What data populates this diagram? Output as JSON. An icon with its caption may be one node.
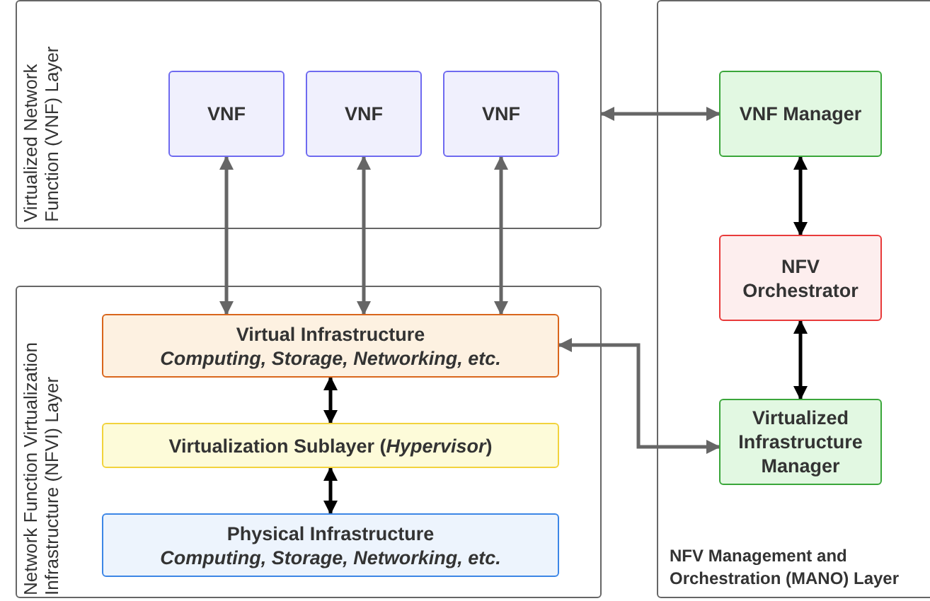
{
  "diagram": {
    "nodes": [
      {
        "text": [
          "Virtualized Network Function (VNF) Layer"
        ]
      },
      {
        "text": [
          "VNF"
        ],
        "in": 0
      },
      {
        "text": [
          "VNF"
        ],
        "in": 0
      },
      {
        "text": [
          "VNF"
        ],
        "in": 0
      },
      {
        "text": [
          "Network Function Virtualization Infrastructure (NFVI) Layer"
        ]
      },
      {
        "text": [
          "Virtual Infrastructure",
          "Computing, Storage, Networking, etc."
        ],
        "in": 4
      },
      {
        "text": [
          "Virtualization Sublayer (*Hypervisor*)"
        ],
        "in": 4
      },
      {
        "text": [
          "Physical Infrastructure",
          "Computing, Storage, Networking, etc."
        ],
        "in": 4
      },
      {
        "text": [
          "NFV Management and Orchestration (MANO) Layer"
        ]
      },
      {
        "text": [
          "VNF Manager"
        ],
        "in": 8
      },
      {
        "text": [
          "NFV Orchestrator"
        ],
        "in": 8
      },
      {
        "text": [
          "Virtualized Infrastructure Manager"
        ],
        "in": 8
      }
    ],
    "edges": [
      {
        "from": 9,
        "to": 0,
        "arrow": "both"
      },
      {
        "from": 1,
        "to": 5,
        "arrow": "both"
      },
      {
        "from": 2,
        "to": 5,
        "arrow": "both"
      },
      {
        "from": 3,
        "to": 5,
        "arrow": "both"
      },
      {
        "from": 9,
        "to": 10,
        "arrow": "both",
        "color": "#000000"
      },
      {
        "from": 10,
        "to": 11,
        "arrow": "both",
        "color": "#000000"
      },
      {
        "from": 5,
        "to": 11,
        "arrow": "both"
      },
      {
        "from": 5,
        "to": 6,
        "arrow": "both",
        "color": "#000000"
      },
      {
        "from": 6,
        "to": 7,
        "arrow": "both",
        "color": "#000000"
      }
    ]
  }
}
